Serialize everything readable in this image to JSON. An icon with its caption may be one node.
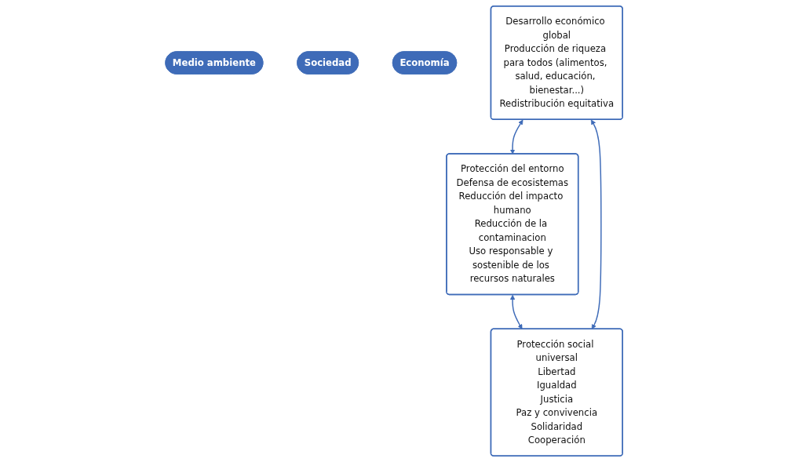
{
  "diagram": {
    "nodes": [
      {
        "text": [
          "Medio ambiente"
        ]
      },
      {
        "text": [
          "Protección del entorno",
          "Defensa de ecosistemas",
          "Reducción del impacto humano",
          "Reducción de la contaminacion",
          "Uso responsable y sostenible de los recursos naturales"
        ]
      },
      {
        "text": [
          "Sociedad"
        ]
      },
      {
        "text": [
          "Economía"
        ]
      },
      {
        "text": [
          "Desarrollo económico global",
          "Producción de riqueza para todos (alimentos, salud, educación, bienestar...)",
          "Redistribución equitativa"
        ]
      },
      {
        "text": [
          "Protección social universal",
          "Libertad",
          "Igualdad",
          "Justicia",
          "Paz y convivencia",
          "Solidaridad",
          "Cooperación"
        ]
      }
    ],
    "edges": [
      {
        "from": 4,
        "to": 1,
        "arrow": "both"
      },
      {
        "from": 1,
        "to": 5,
        "arrow": "both"
      },
      {
        "from": 4,
        "to": 5,
        "arrow": "both"
      }
    ]
  }
}
